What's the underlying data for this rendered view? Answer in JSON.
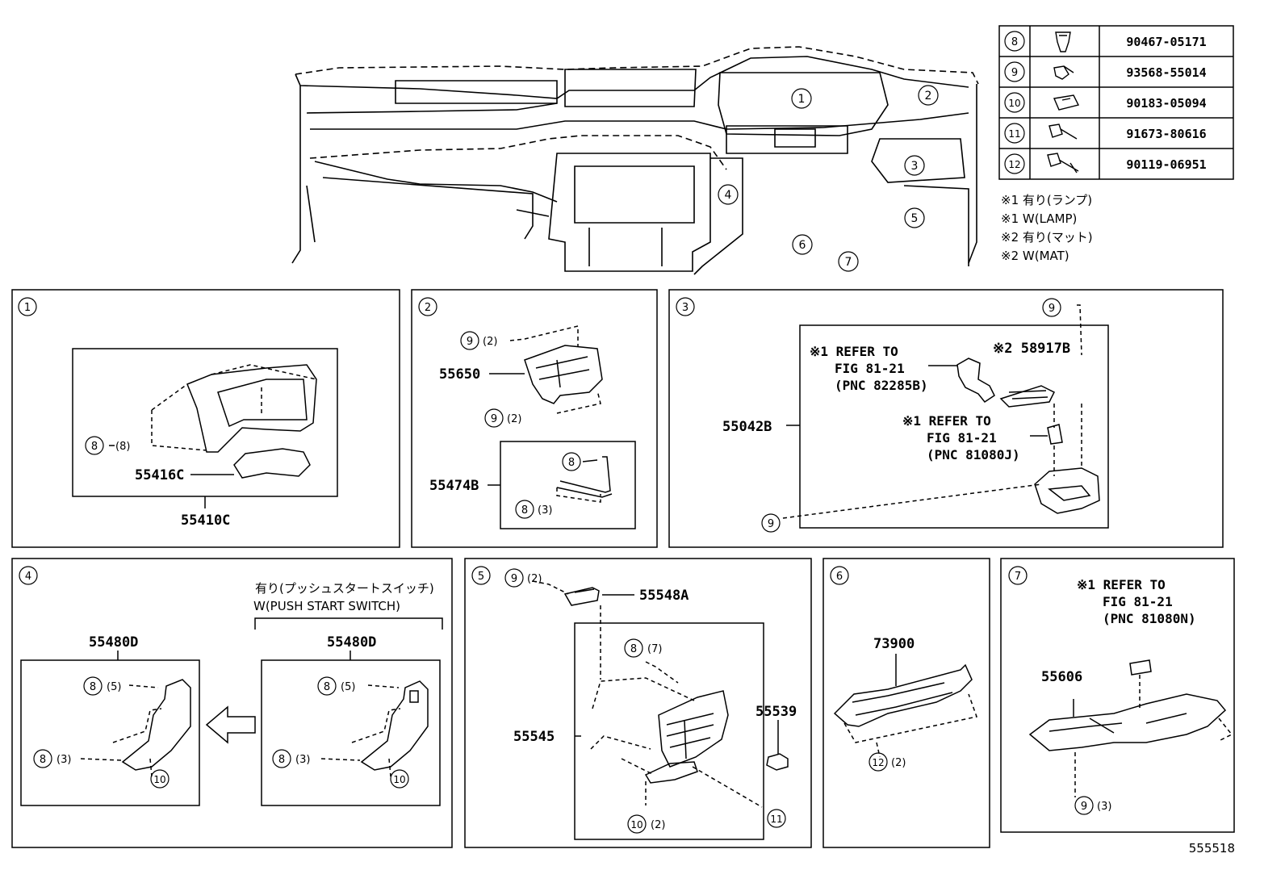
{
  "overview": {
    "callouts": [
      "1",
      "2",
      "3",
      "4",
      "5",
      "6",
      "7"
    ]
  },
  "fastener_table": {
    "rows": [
      {
        "ref": "8",
        "icon": "clip-icon",
        "part_no": "90467-05171"
      },
      {
        "ref": "9",
        "icon": "screw-icon",
        "part_no": "93568-55014"
      },
      {
        "ref": "10",
        "icon": "nut-clip-icon",
        "part_no": "90183-05094"
      },
      {
        "ref": "11",
        "icon": "bolt-icon",
        "part_no": "91673-80616"
      },
      {
        "ref": "12",
        "icon": "washer-bolt-icon",
        "part_no": "90119-06951"
      }
    ]
  },
  "legend": [
    "※1 有り(ランプ)",
    "※1 W(LAMP)",
    "※2 有り(マット)",
    "※2 W(MAT)"
  ],
  "panels": {
    "p1": {
      "id": "1",
      "part_55416C": "55416C",
      "part_55410C": "55410C",
      "ref_8": "8",
      "qty_8": "(8)"
    },
    "p2": {
      "id": "2",
      "part_55650": "55650",
      "part_55474B": "55474B",
      "ref_9a": "9",
      "qty_9a": "(2)",
      "ref_9b": "9",
      "qty_9b": "(2)",
      "ref_8a": "8",
      "ref_8b": "8",
      "qty_8b": "(3)"
    },
    "p3": {
      "id": "3",
      "part_55042B": "55042B",
      "part_58917B": "※2 58917B",
      "note1": [
        "※1 REFER TO",
        "FIG 81-21",
        "(PNC 82285B)"
      ],
      "note2": [
        "※1 REFER TO",
        "FIG 81-21",
        "(PNC 81080J)"
      ],
      "ref_9_top": "9",
      "ref_9_bot": "9"
    },
    "p4": {
      "id": "4",
      "variant_jp": "有り(プッシュスタートスイッチ)",
      "variant_en": "W(PUSH START SWITCH)",
      "part_left": "55480D",
      "part_right": "55480D",
      "ref_8_top": "8",
      "qty_8_top": "(5)",
      "ref_8_bot": "8",
      "qty_8_bot": "(3)",
      "ref_10": "10"
    },
    "p5": {
      "id": "5",
      "part_55548A": "55548A",
      "part_55545": "55545",
      "part_55539": "55539",
      "ref_9": "9",
      "qty_9": "(2)",
      "ref_8": "8",
      "qty_8": "(7)",
      "ref_10": "10",
      "qty_10": "(2)",
      "ref_11": "11"
    },
    "p6": {
      "id": "6",
      "part_73900": "73900",
      "ref_12": "12",
      "qty_12": "(2)"
    },
    "p7": {
      "id": "7",
      "note": [
        "※1 REFER TO",
        "FIG 81-21",
        "(PNC 81080N)"
      ],
      "part_55606": "55606",
      "ref_9": "9",
      "qty_9": "(3)"
    }
  },
  "figure_id": "555518"
}
